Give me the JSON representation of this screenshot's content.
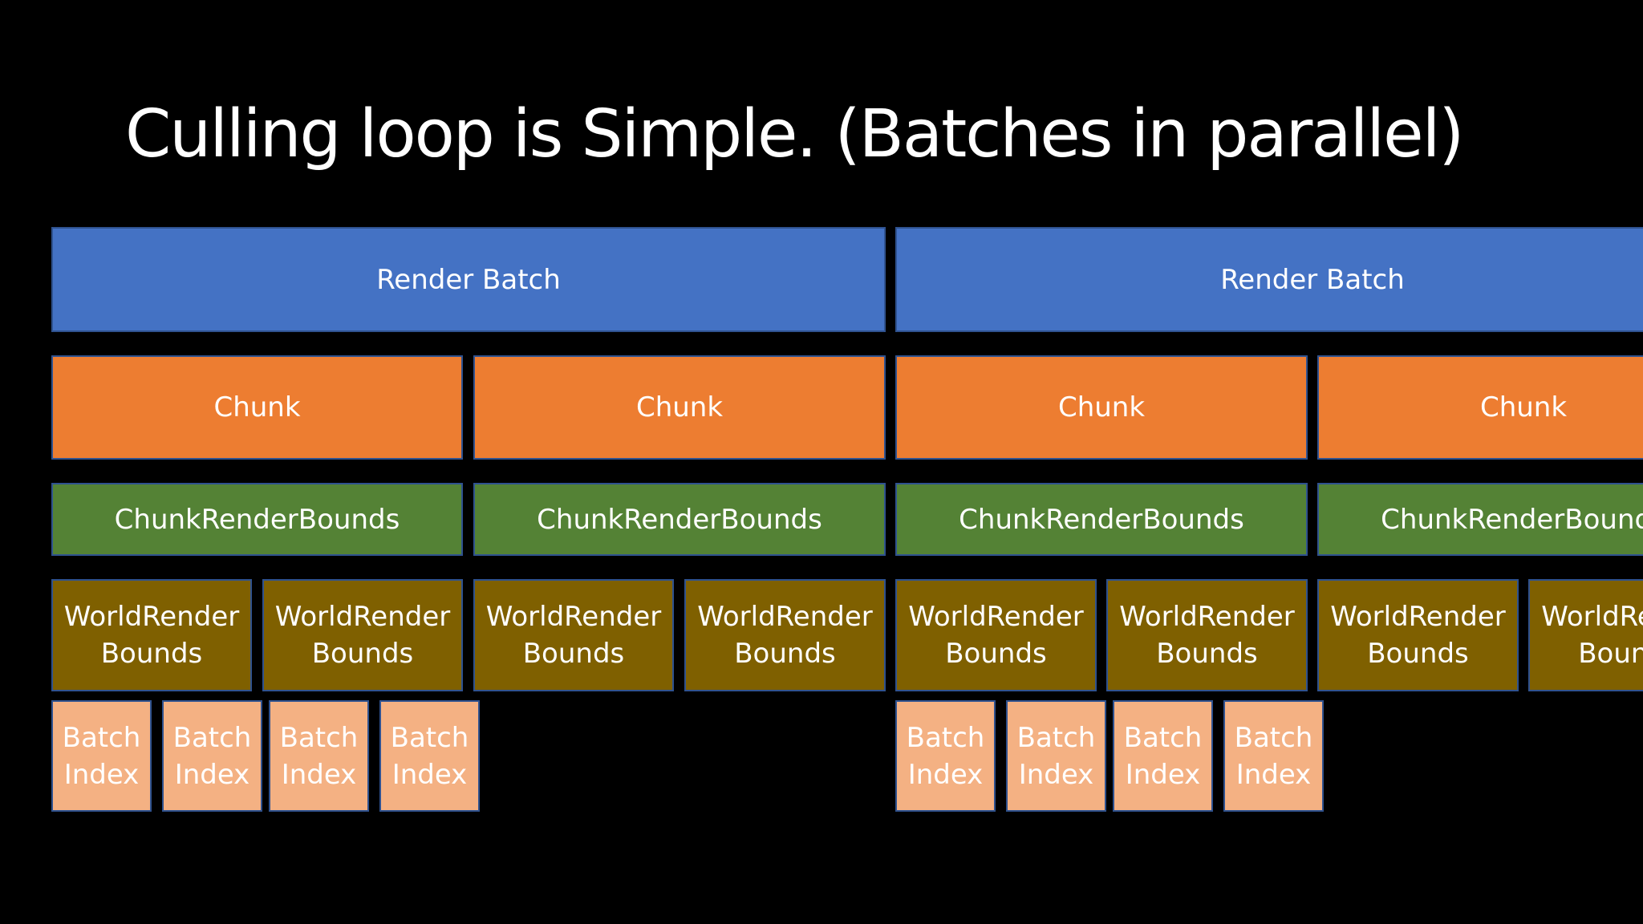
{
  "slide": {
    "title": "Culling loop is Simple. (Batches in parallel)"
  },
  "labels": {
    "render_batch": "Render Batch",
    "chunk": "Chunk",
    "chunk_render_bounds": "ChunkRenderBounds",
    "world_render_bounds_line1": "WorldRender",
    "world_render_bounds_line2": "Bounds",
    "batch_index_line1": "Batch",
    "batch_index_line2": "Index"
  },
  "colors": {
    "background": "#000000",
    "render_batch": "#4472c4",
    "chunk": "#ed7d31",
    "chunk_render_bounds": "#548235",
    "world_render_bounds": "#7f6000",
    "batch_index": "#f4b183",
    "border": "#2f528f"
  }
}
